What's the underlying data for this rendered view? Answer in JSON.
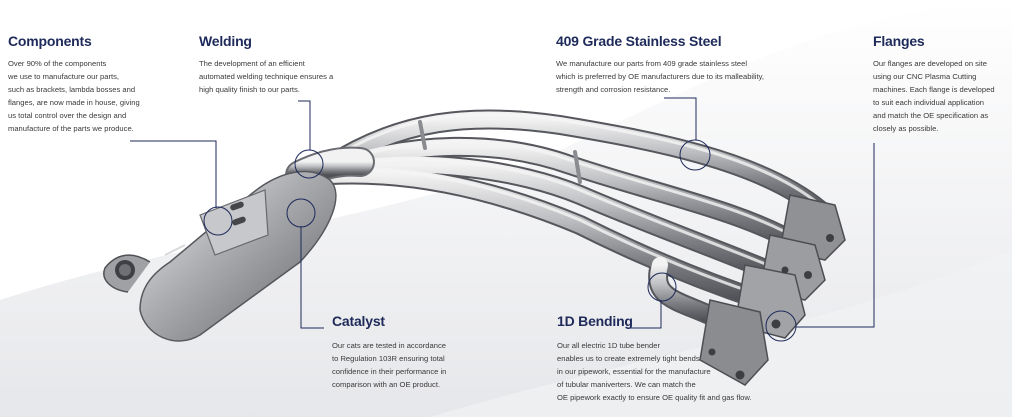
{
  "colors": {
    "title": "#1e2a5a",
    "callout_line": "#1e2a5a",
    "body_text": "#3a3a3a",
    "background_swoosh": "#e9eaec"
  },
  "image": {
    "subject": "exhaust manifold with integrated catalytic converter"
  },
  "callouts": {
    "components": {
      "title": "Components",
      "lines": [
        "Over 90% of the components",
        "we use to manufacture our parts,",
        "such as brackets, lambda bosses and",
        "flanges, are now made in house, giving",
        "us total control over the design and",
        "manufacture of the parts we produce."
      ]
    },
    "welding": {
      "title": "Welding",
      "lines": [
        "The development of an efficient",
        "automated welding technique ensures a",
        "high quality finish to our parts."
      ]
    },
    "stainless": {
      "title": "409 Grade Stainless Steel",
      "lines": [
        "We manufacture our parts from 409 grade stainless steel",
        "which is preferred by OE manufacturers due to its malleability,",
        "strength and corrosion resistance."
      ]
    },
    "flanges": {
      "title": "Flanges",
      "lines": [
        "Our flanges are developed on site",
        "using our CNC Plasma Cutting",
        "machines.  Each flange is developed",
        "to suit each individual application",
        "and match the OE specification as",
        "closely as possible."
      ]
    },
    "catalyst": {
      "title": "Catalyst",
      "lines": [
        "Our cats are tested in accordance",
        "to Regulation 103R ensuring total",
        "confidence in their performance in",
        "comparison with an OE product."
      ]
    },
    "bending": {
      "title": "1D Bending",
      "lines": [
        "Our all electric 1D tube bender",
        "enables us to create extremely tight bends",
        "in our pipework, essential for the manufacture",
        "of tubular maniverters. We can match the",
        "OE pipework exactly to ensure OE quality fit and gas flow."
      ]
    }
  }
}
